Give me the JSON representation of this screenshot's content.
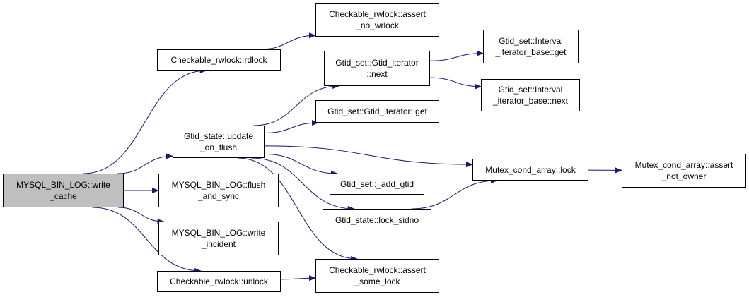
{
  "colors": {
    "edge": "#191970",
    "border": "#000000",
    "root_fill": "#bfbfbf",
    "node_fill": "#ffffff"
  },
  "nodes": {
    "write_cache": {
      "lines": [
        "MYSQL_BIN_LOG::write",
        "_cache"
      ]
    },
    "rdlock": {
      "lines": [
        "Checkable_rwlock::rdlock"
      ]
    },
    "assert_no_wrlock": {
      "lines": [
        "Checkable_rwlock::assert",
        "_no_wrlock"
      ]
    },
    "update_on_flush": {
      "lines": [
        "Gtid_state::update",
        "_on_flush"
      ]
    },
    "flush_and_sync": {
      "lines": [
        "MYSQL_BIN_LOG::flush",
        "_and_sync"
      ]
    },
    "write_incident": {
      "lines": [
        "MYSQL_BIN_LOG::write",
        "_incident"
      ]
    },
    "unlock": {
      "lines": [
        "Checkable_rwlock::unlock"
      ]
    },
    "gtid_iterator_next": {
      "lines": [
        "Gtid_set::Gtid_iterator",
        "::next"
      ]
    },
    "gtid_iterator_get": {
      "lines": [
        "Gtid_set::Gtid_iterator::get"
      ]
    },
    "add_gtid": {
      "lines": [
        "Gtid_set::_add_gtid"
      ]
    },
    "lock_sidno": {
      "lines": [
        "Gtid_state::lock_sidno"
      ]
    },
    "assert_some_lock": {
      "lines": [
        "Checkable_rwlock::assert",
        "_some_lock"
      ]
    },
    "interval_get": {
      "lines": [
        "Gtid_set::Interval",
        "_iterator_base::get"
      ]
    },
    "interval_next": {
      "lines": [
        "Gtid_set::Interval",
        "_iterator_base::next"
      ]
    },
    "mutex_lock": {
      "lines": [
        "Mutex_cond_array::lock"
      ]
    },
    "assert_not_owner": {
      "lines": [
        "Mutex_cond_array::assert",
        "_not_owner"
      ]
    }
  },
  "edges": [
    [
      "write_cache",
      "rdlock"
    ],
    [
      "write_cache",
      "update_on_flush"
    ],
    [
      "write_cache",
      "flush_and_sync"
    ],
    [
      "write_cache",
      "write_incident"
    ],
    [
      "write_cache",
      "unlock"
    ],
    [
      "rdlock",
      "assert_no_wrlock"
    ],
    [
      "update_on_flush",
      "gtid_iterator_next"
    ],
    [
      "update_on_flush",
      "gtid_iterator_get"
    ],
    [
      "update_on_flush",
      "mutex_lock"
    ],
    [
      "update_on_flush",
      "add_gtid"
    ],
    [
      "update_on_flush",
      "lock_sidno"
    ],
    [
      "update_on_flush",
      "assert_some_lock"
    ],
    [
      "unlock",
      "assert_some_lock"
    ],
    [
      "gtid_iterator_next",
      "interval_get"
    ],
    [
      "gtid_iterator_next",
      "interval_next"
    ],
    [
      "lock_sidno",
      "mutex_lock"
    ],
    [
      "mutex_lock",
      "assert_not_owner"
    ]
  ]
}
